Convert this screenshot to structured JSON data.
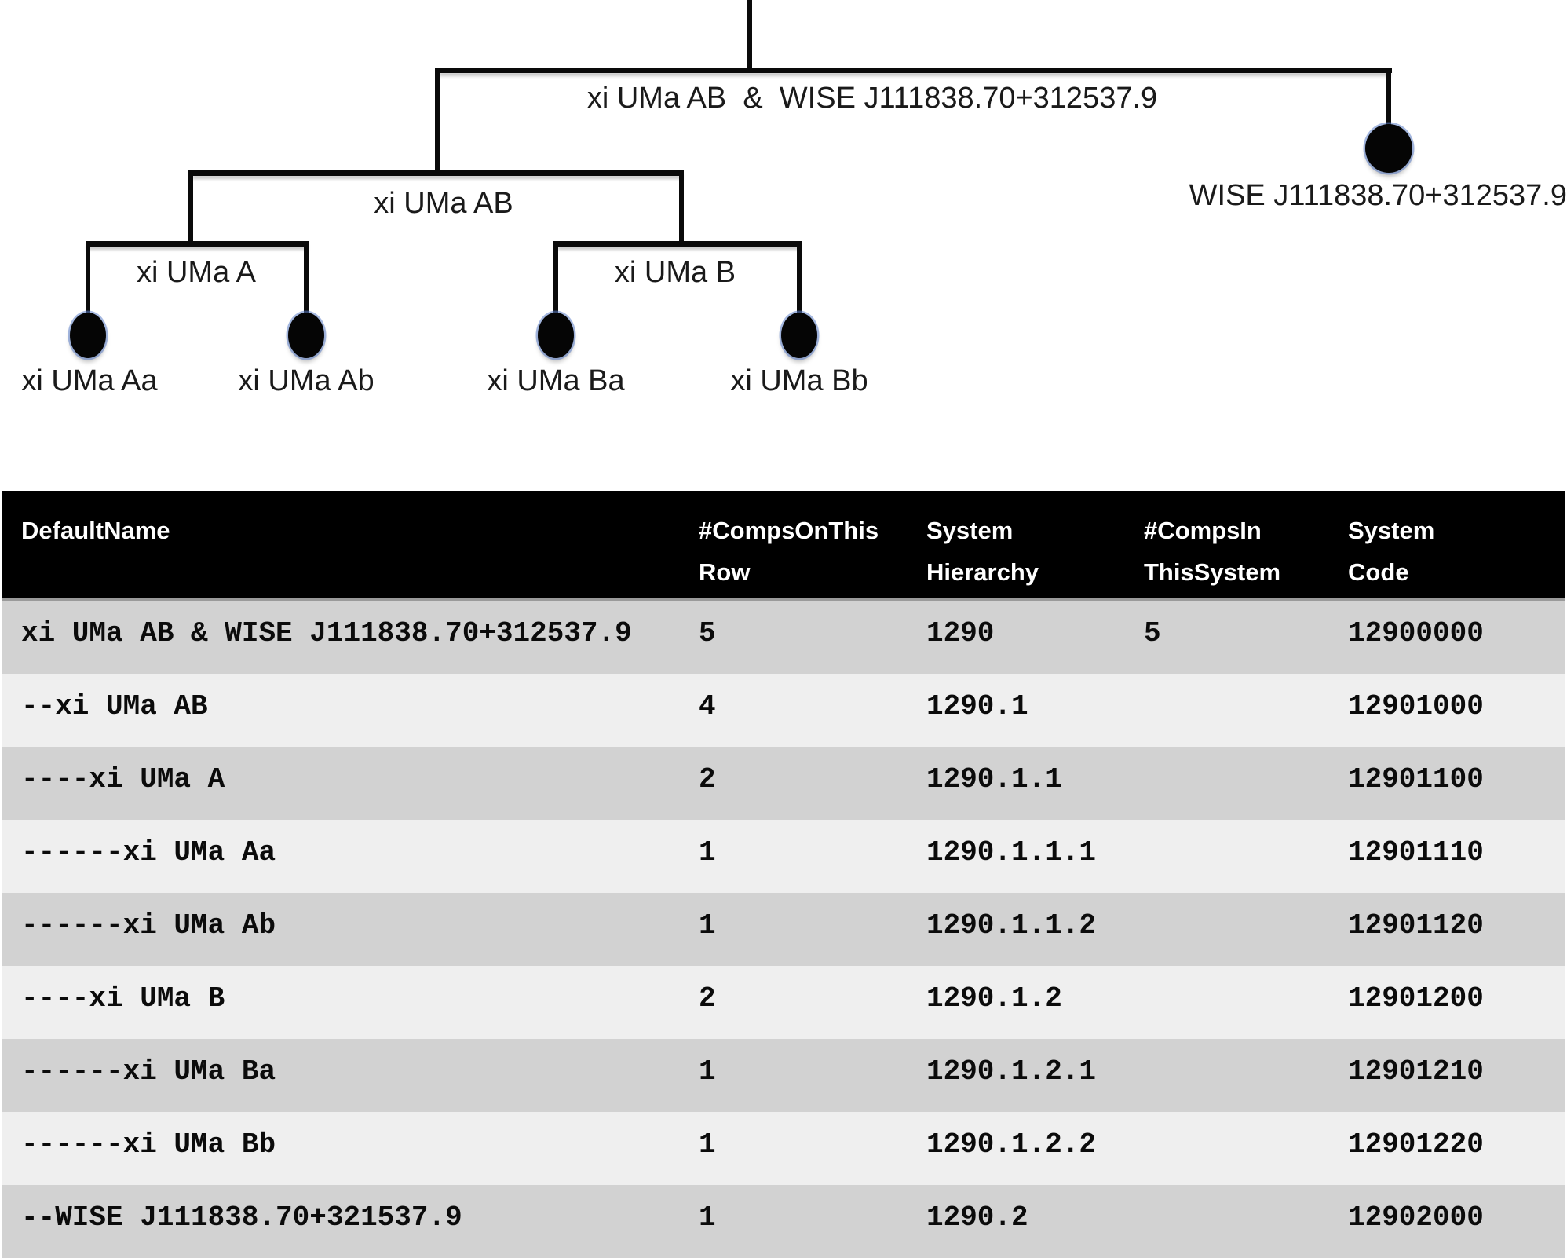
{
  "tree": {
    "root_pair_label": "xi UMa AB  &  WISE J111838.70+312537.9",
    "ab_label": "xi UMa AB",
    "a_label": "xi UMa A",
    "b_label": "xi UMa B",
    "wise_label": "WISE J111838.70+312537.9",
    "aa_label": "xi UMa Aa",
    "ab_comp_label": "xi UMa Ab",
    "ba_label": "xi UMa Ba",
    "bb_label": "xi UMa Bb"
  },
  "table": {
    "columns": [
      {
        "line1": "DefaultName",
        "line2": ""
      },
      {
        "line1": "#CompsOnThis",
        "line2": "Row"
      },
      {
        "line1": "System",
        "line2": "Hierarchy"
      },
      {
        "line1": "#CompsIn",
        "line2": "ThisSystem"
      },
      {
        "line1": "System",
        "line2": "Code"
      }
    ],
    "rows": [
      [
        "xi UMa AB & WISE J111838.70+312537.9",
        "5",
        "1290",
        "5",
        "12900000"
      ],
      [
        "--xi UMa AB",
        "4",
        "1290.1",
        "",
        "12901000"
      ],
      [
        "----xi UMa A",
        "2",
        "1290.1.1",
        "",
        "12901100"
      ],
      [
        "------xi UMa Aa",
        "1",
        "1290.1.1.1",
        "",
        "12901110"
      ],
      [
        "------xi UMa Ab",
        "1",
        "1290.1.1.2",
        "",
        "12901120"
      ],
      [
        "----xi UMa B",
        "2",
        "1290.1.2",
        "",
        "12901200"
      ],
      [
        "------xi UMa Ba",
        "1",
        "1290.1.2.1",
        "",
        "12901210"
      ],
      [
        "------xi UMa Bb",
        "1",
        "1290.1.2.2",
        "",
        "12901220"
      ],
      [
        "--WISE J111838.70+321537.9",
        "1",
        "1290.2",
        "",
        "12902000"
      ]
    ]
  },
  "colors": {
    "header_bg": "#000000",
    "row_dark": "#d2d2d2",
    "row_light": "#efefef",
    "node_fill": "#050505",
    "node_rim": "#5d7fc9",
    "line": "#0a0a0a"
  }
}
